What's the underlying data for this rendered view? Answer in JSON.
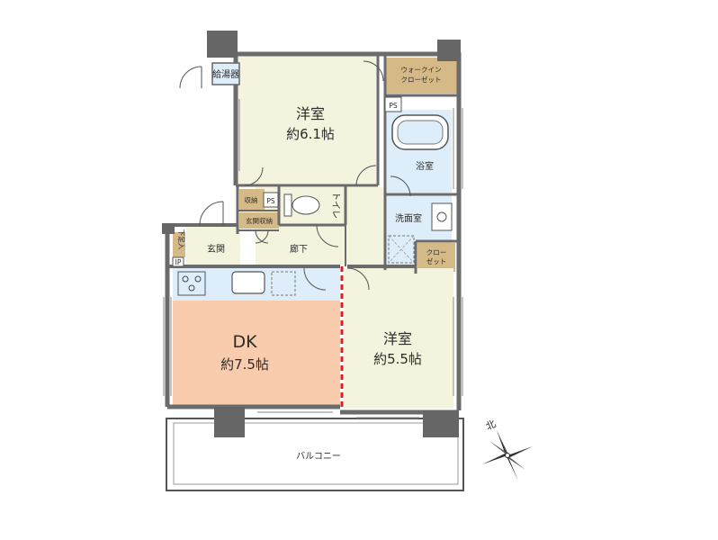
{
  "rooms": {
    "western_room_north": {
      "name": "洋室",
      "size": "約6.1帖"
    },
    "western_room_south": {
      "name": "洋室",
      "size": "約5.5帖"
    },
    "dk": {
      "name": "DK",
      "size": "約7.5帖"
    },
    "bathroom": "浴室",
    "washroom": "洗面室",
    "toilet": "トイレ",
    "entrance": "玄関",
    "hallway": "廊下",
    "balcony": "バルコニー",
    "water_heater": "給湯器",
    "walk_in_closet_line1": "ウォークイン",
    "walk_in_closet_line2": "クローゼット",
    "closet_line1": "クロー",
    "closet_line2": "ゼット",
    "storage": "収納",
    "entrance_storage": "玄関収納",
    "shoe_box": "下足入",
    "ps_1": "PS",
    "ps_2": "PS",
    "intercom": "IP"
  },
  "compass": {
    "north_label": "北"
  },
  "colors": {
    "room_floor": "#f3f3de",
    "dk_floor": "#f8ccad",
    "wet_area": "#ddeefa",
    "closet": "#d5b986",
    "wall": "#6b6b6b",
    "door_partition": "#d82020"
  }
}
